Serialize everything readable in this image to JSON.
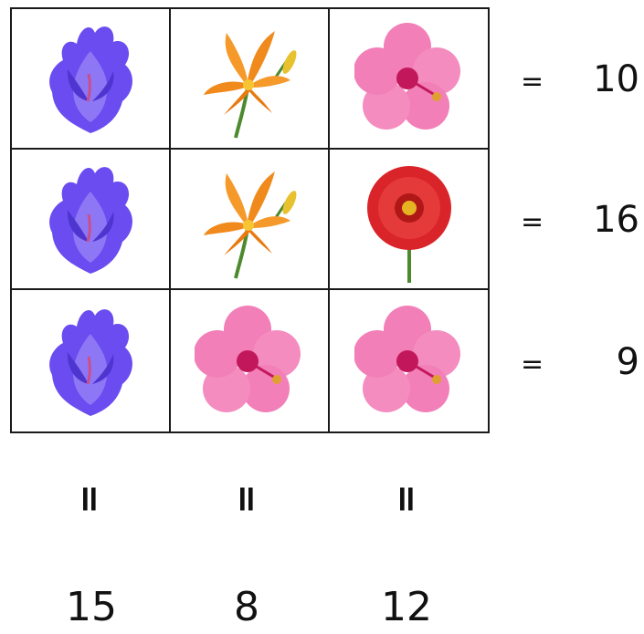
{
  "puzzle": {
    "rows": [
      {
        "cells": [
          "purple-lotus",
          "orange-lily",
          "pink-hibiscus"
        ],
        "equals": "=",
        "sum": "10"
      },
      {
        "cells": [
          "purple-lotus",
          "orange-lily",
          "red-gerbera"
        ],
        "equals": "=",
        "sum": "16"
      },
      {
        "cells": [
          "purple-lotus",
          "pink-hibiscus",
          "pink-hibiscus"
        ],
        "equals": "=",
        "sum": "9"
      }
    ],
    "column_equals": [
      "=",
      "=",
      "="
    ],
    "column_sums": [
      "15",
      "8",
      "12"
    ]
  },
  "colors": {
    "purple": "#6a4cf0",
    "orange": "#f08a1c",
    "pink": "#f27fb8",
    "red": "#d9242a",
    "stem": "#4d8a2e"
  }
}
